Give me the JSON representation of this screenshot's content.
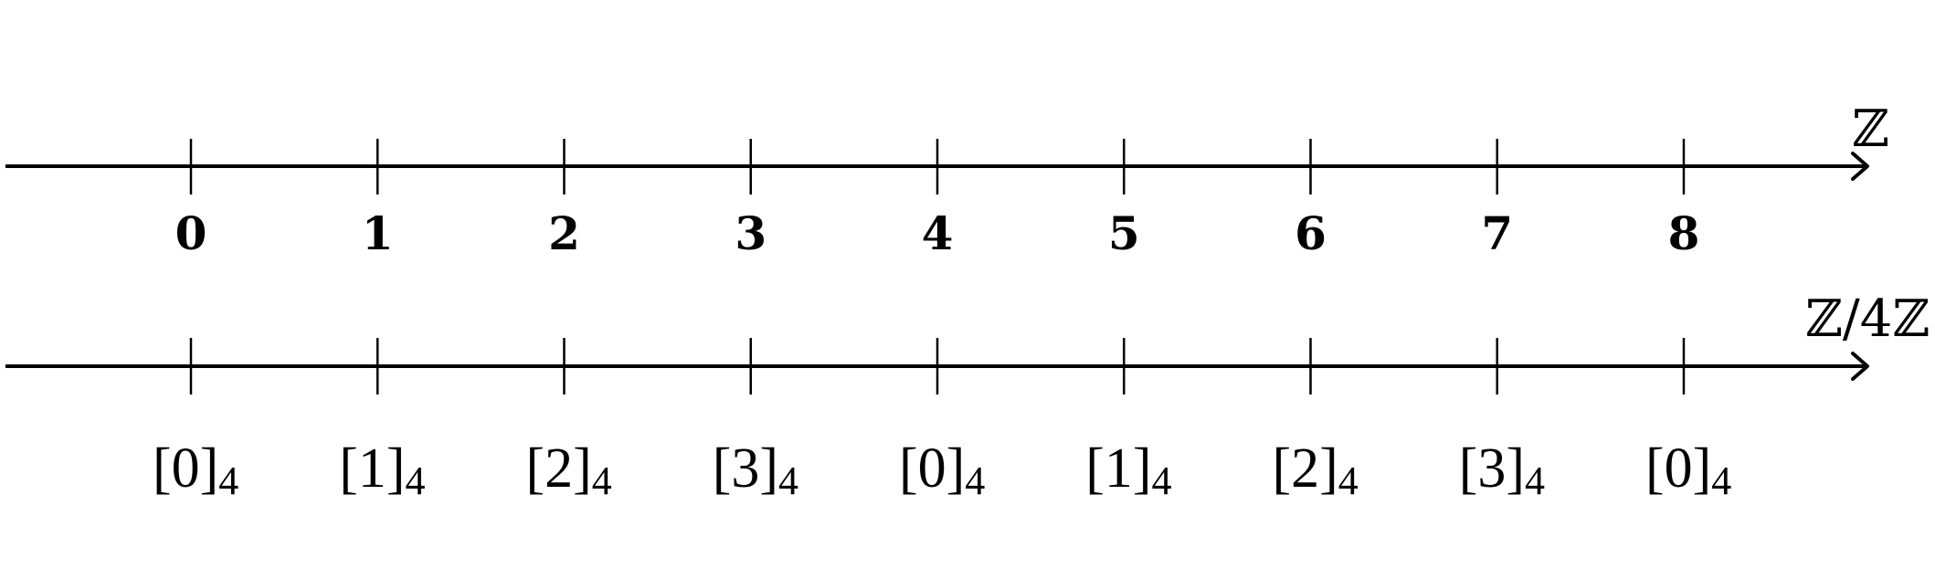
{
  "top_axis": {
    "name": "ℤ",
    "labels": [
      "0",
      "1",
      "2",
      "3",
      "4",
      "5",
      "6",
      "7",
      "8"
    ]
  },
  "bottom_axis": {
    "name": "ℤ/4ℤ",
    "labels": [
      {
        "main": "[0]",
        "sub": "4"
      },
      {
        "main": "[1]",
        "sub": "4"
      },
      {
        "main": "[2]",
        "sub": "4"
      },
      {
        "main": "[3]",
        "sub": "4"
      },
      {
        "main": "[0]",
        "sub": "4"
      },
      {
        "main": "[1]",
        "sub": "4"
      },
      {
        "main": "[2]",
        "sub": "4"
      },
      {
        "main": "[3]",
        "sub": "4"
      },
      {
        "main": "[0]",
        "sub": "4"
      }
    ]
  }
}
